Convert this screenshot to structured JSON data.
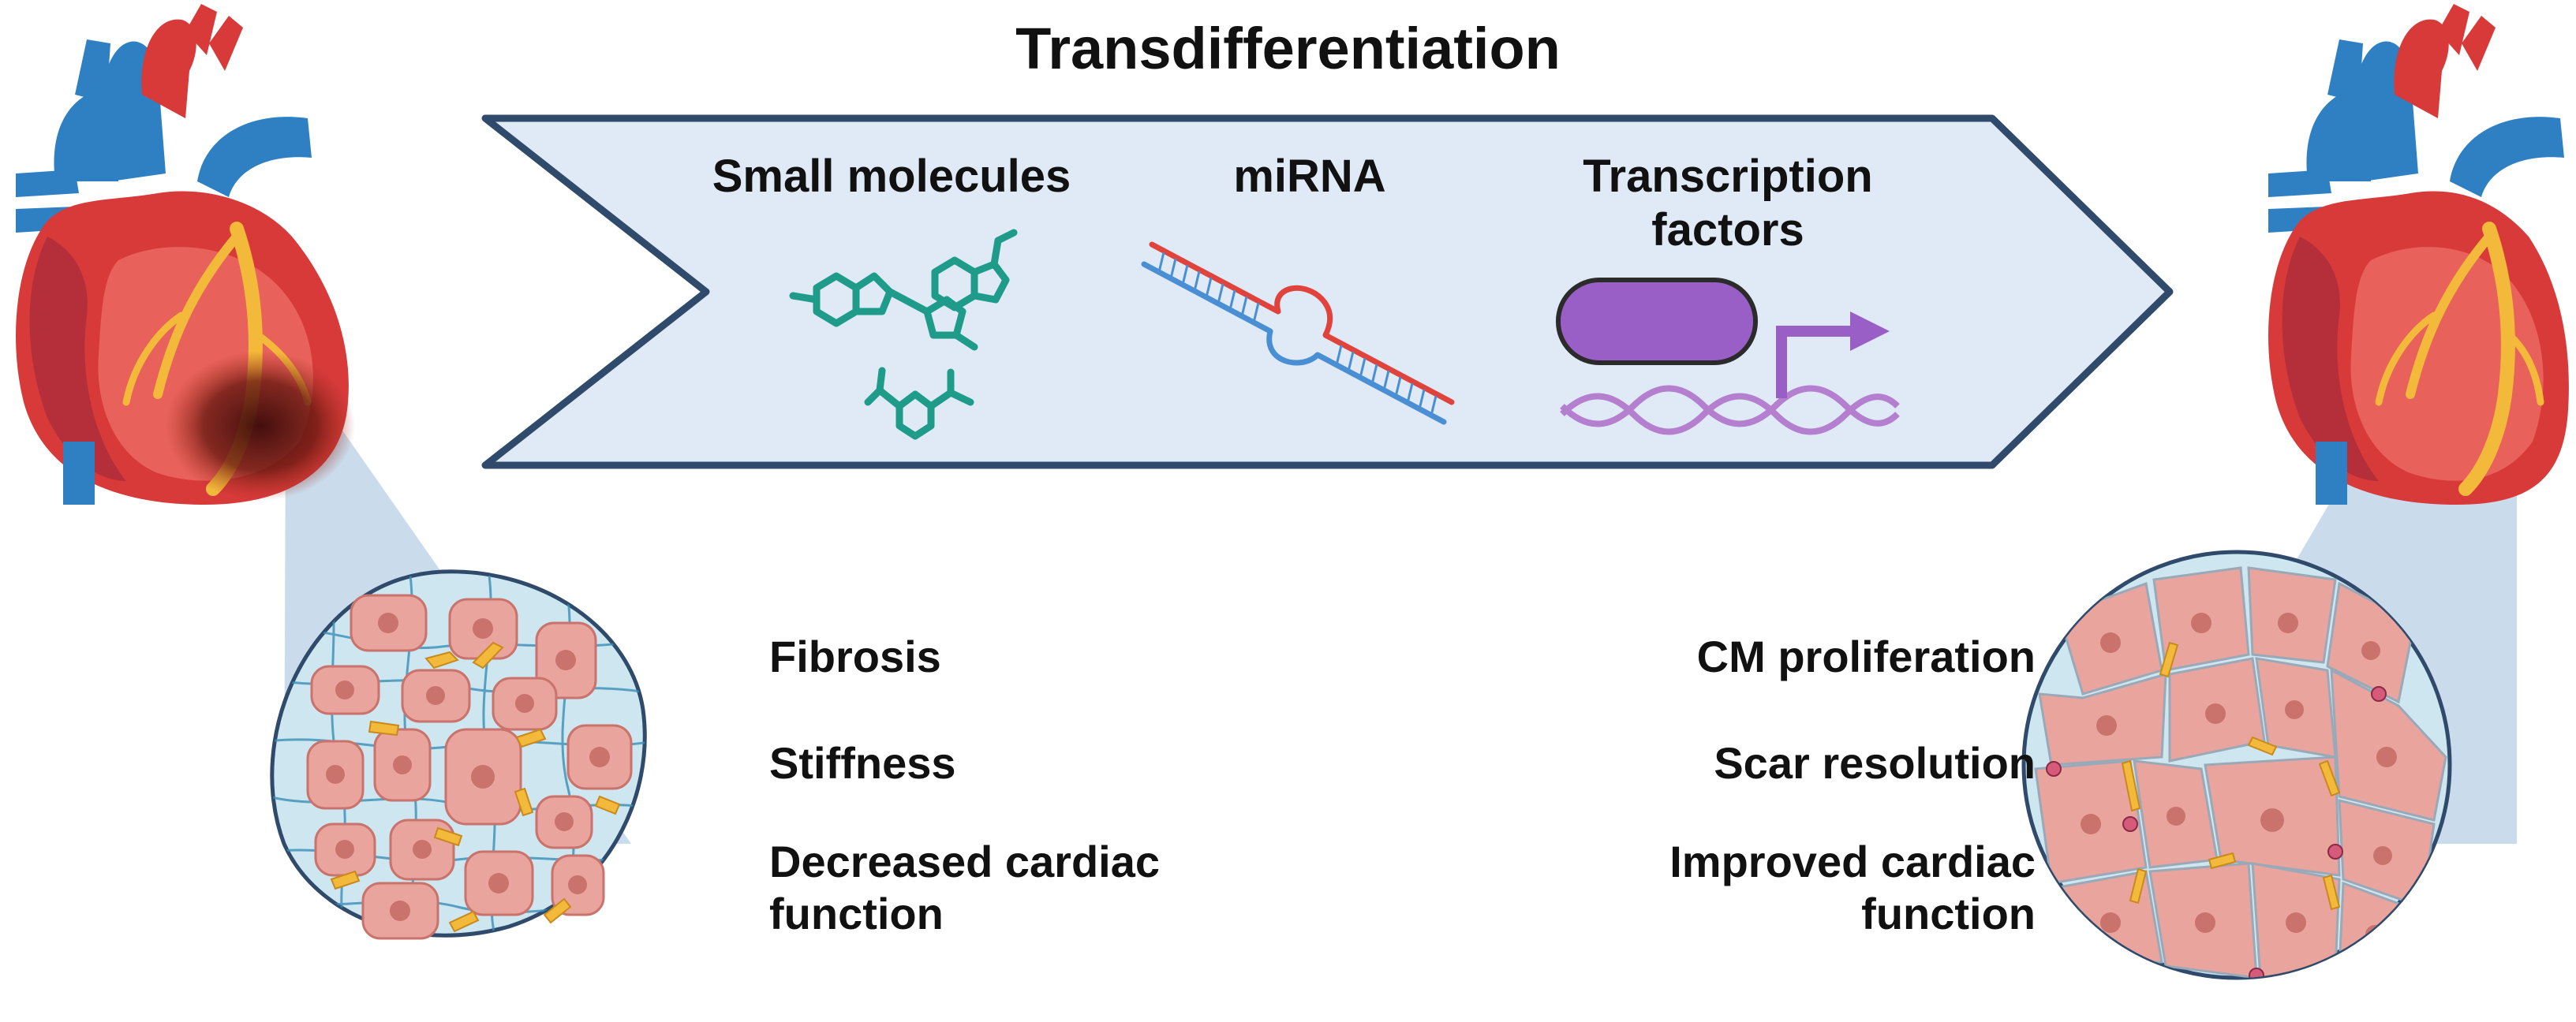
{
  "title": "Transdifferentiation",
  "approaches": [
    {
      "label": "Small molecules",
      "icon": "small-molecule-icon"
    },
    {
      "label": "miRNA",
      "icon": "mirna-hairpin-icon"
    },
    {
      "label": "Transcription factors",
      "icon": "transcription-factor-dna-icon"
    }
  ],
  "left_effects": [
    "Fibrosis",
    "Stiffness",
    "Decreased cardiac function"
  ],
  "right_effects": [
    "CM proliferation",
    "Scar resolution",
    "Improved cardiac function"
  ],
  "colors": {
    "arrow_fill": "#dfeaf6",
    "arrow_stroke": "#2f4a6b",
    "molecule": "#1f9b8a",
    "rna_red": "#e0433b",
    "rna_blue": "#4a8fd4",
    "tf_purple": "#9a5fc6",
    "heart_red": "#d83a3a",
    "vessel_blue": "#2f80c3",
    "cardiomyocyte": "#e9a49e",
    "fibroblast": "#f3b93a"
  }
}
